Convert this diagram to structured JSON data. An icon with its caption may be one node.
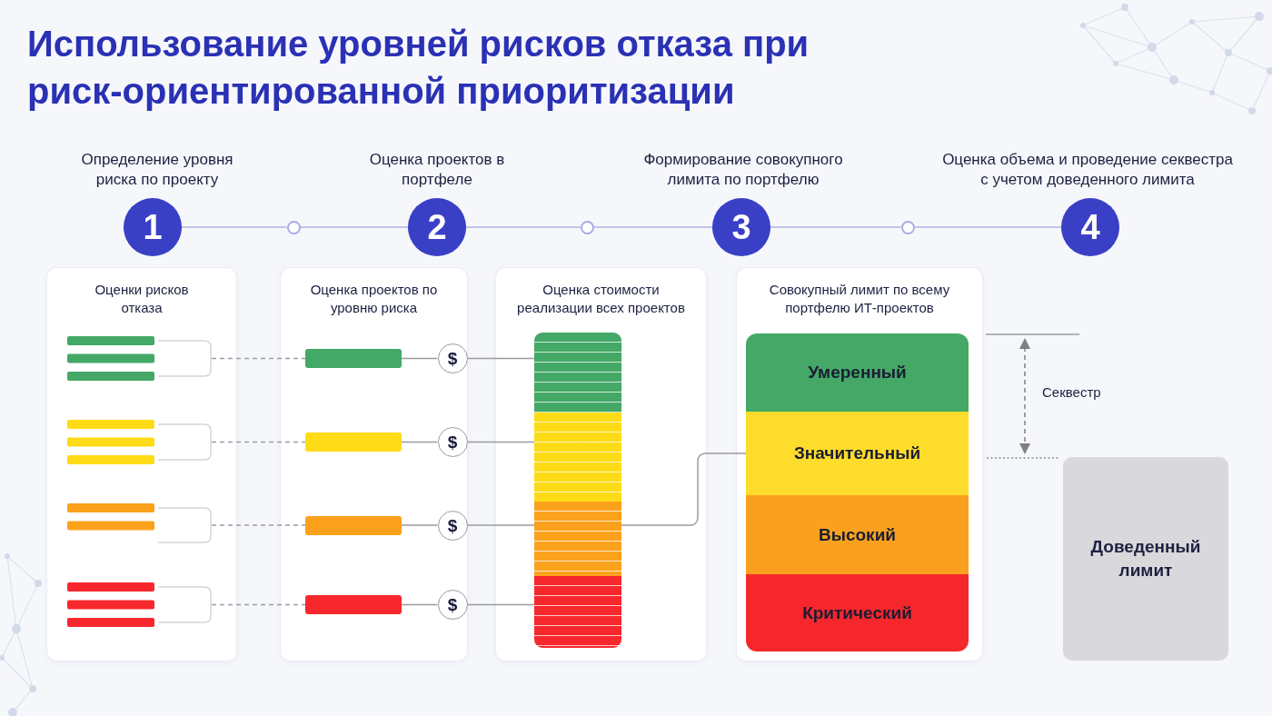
{
  "diagram": {
    "title": "Использование уровней рисков отказа при риск-ориентированной приоритизации",
    "nodes": [
      {
        "text": [
          "1"
        ],
        "beside": [
          "Определение уровня риска по проекту"
        ]
      },
      {
        "text": [],
        "shape": "circle"
      },
      {
        "text": [
          "2"
        ],
        "beside": [
          "Оценка проектов в портфеле"
        ]
      },
      {
        "text": [],
        "shape": "circle"
      },
      {
        "text": [
          "3"
        ],
        "beside": [
          "Формирование совокупного лимита по портфелю"
        ]
      },
      {
        "text": [],
        "shape": "circle"
      },
      {
        "text": [
          "4"
        ],
        "beside": [
          "Оценка объема и проведение секвестра с учетом доведенного лимита"
        ]
      },
      {
        "text": [
          "Оценки рисков отказа"
        ]
      },
      {
        "text": [],
        "shape": "bar",
        "in": 7
      },
      {
        "text": [],
        "shape": "bar",
        "in": 7
      },
      {
        "text": [],
        "shape": "bar",
        "in": 7
      },
      {
        "text": [],
        "shape": "bar",
        "in": 7
      },
      {
        "text": [
          "Оценка проектов по уровню риска"
        ]
      },
      {
        "text": [],
        "shape": "bar",
        "in": 12
      },
      {
        "text": [],
        "shape": "bar",
        "in": 12
      },
      {
        "text": [],
        "shape": "bar",
        "in": 12
      },
      {
        "text": [],
        "shape": "bar",
        "in": 12
      },
      {
        "text": [
          "$"
        ],
        "in": 12
      },
      {
        "text": [
          "$"
        ],
        "in": 12
      },
      {
        "text": [
          "$"
        ],
        "in": 12
      },
      {
        "text": [
          "$"
        ],
        "in": 12
      },
      {
        "text": [
          "Оценка стоимости реализации всех проектов"
        ]
      },
      {
        "text": [],
        "shape": "bar",
        "in": 21
      },
      {
        "text": [],
        "shape": "bar",
        "in": 21
      },
      {
        "text": [],
        "shape": "bar",
        "in": 21
      },
      {
        "text": [],
        "shape": "bar",
        "in": 21
      },
      {
        "text": [
          "Совокупный лимит по всему портфелю ИТ-проектов"
        ]
      },
      {
        "text": [
          "Умеренный"
        ],
        "in": 26
      },
      {
        "text": [
          "Значительный"
        ],
        "in": 26
      },
      {
        "text": [
          "Высокий"
        ],
        "in": 26
      },
      {
        "text": [
          "Критический"
        ],
        "in": 26
      },
      {
        "text": [
          "Доведенный лимит"
        ]
      }
    ],
    "edges": [
      {
        "from": 0,
        "to": 1,
        "arrow": "none",
        "color": "#b2b3e6"
      },
      {
        "from": 1,
        "to": 2,
        "arrow": "none",
        "color": "#b2b3e6"
      },
      {
        "from": 2,
        "to": 3,
        "arrow": "none",
        "color": "#b2b3e6"
      },
      {
        "from": 3,
        "to": 4,
        "arrow": "none",
        "color": "#b2b3e6"
      },
      {
        "from": 4,
        "to": 5,
        "arrow": "none",
        "color": "#b2b3e6"
      },
      {
        "from": 5,
        "to": 6,
        "arrow": "none",
        "color": "#b2b3e6"
      },
      {
        "from": 8,
        "to": 13,
        "arrow": "none",
        "style": "dashed"
      },
      {
        "from": 9,
        "to": 14,
        "arrow": "none",
        "style": "dashed"
      },
      {
        "from": 10,
        "to": 15,
        "arrow": "none",
        "style": "dashed"
      },
      {
        "from": 11,
        "to": 16,
        "arrow": "none",
        "style": "dashed"
      },
      {
        "from": 13,
        "to": 17,
        "arrow": "none"
      },
      {
        "from": 14,
        "to": 18,
        "arrow": "none"
      },
      {
        "from": 15,
        "to": 19,
        "arrow": "none"
      },
      {
        "from": 16,
        "to": 20,
        "arrow": "none"
      },
      {
        "from": 17,
        "to": 22,
        "arrow": "none"
      },
      {
        "from": 18,
        "to": 23,
        "arrow": "none"
      },
      {
        "from": 19,
        "to": 24,
        "arrow": "none"
      },
      {
        "from": 20,
        "to": 25,
        "arrow": "none"
      },
      {
        "from": 24,
        "to": 28,
        "arrow": "none"
      }
    ],
    "labels": [
      "Секвестр"
    ]
  }
}
